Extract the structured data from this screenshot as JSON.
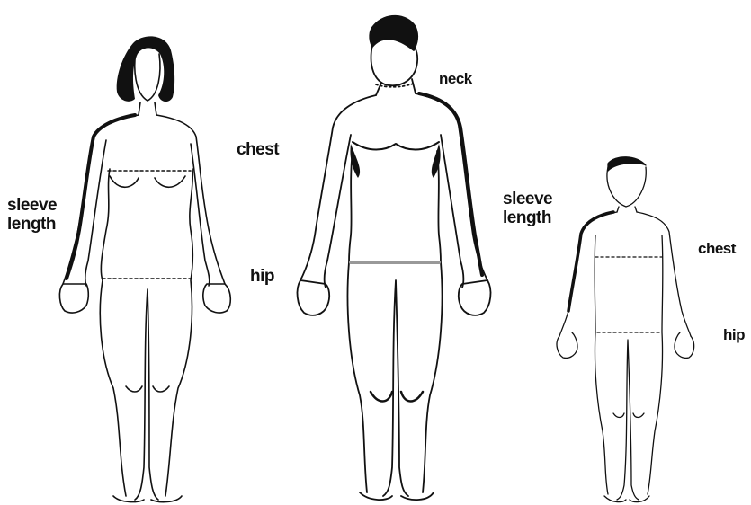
{
  "figures": {
    "woman": {
      "labels": {
        "chest": "chest",
        "sleeve_length": "sleeve\nlength",
        "hip": "hip"
      }
    },
    "man": {
      "labels": {
        "neck": "neck",
        "sleeve_length": "sleeve\nlength"
      }
    },
    "child": {
      "labels": {
        "chest": "chest",
        "hip": "hip"
      }
    }
  },
  "colors": {
    "outline": "#111111",
    "background": "#ffffff"
  }
}
